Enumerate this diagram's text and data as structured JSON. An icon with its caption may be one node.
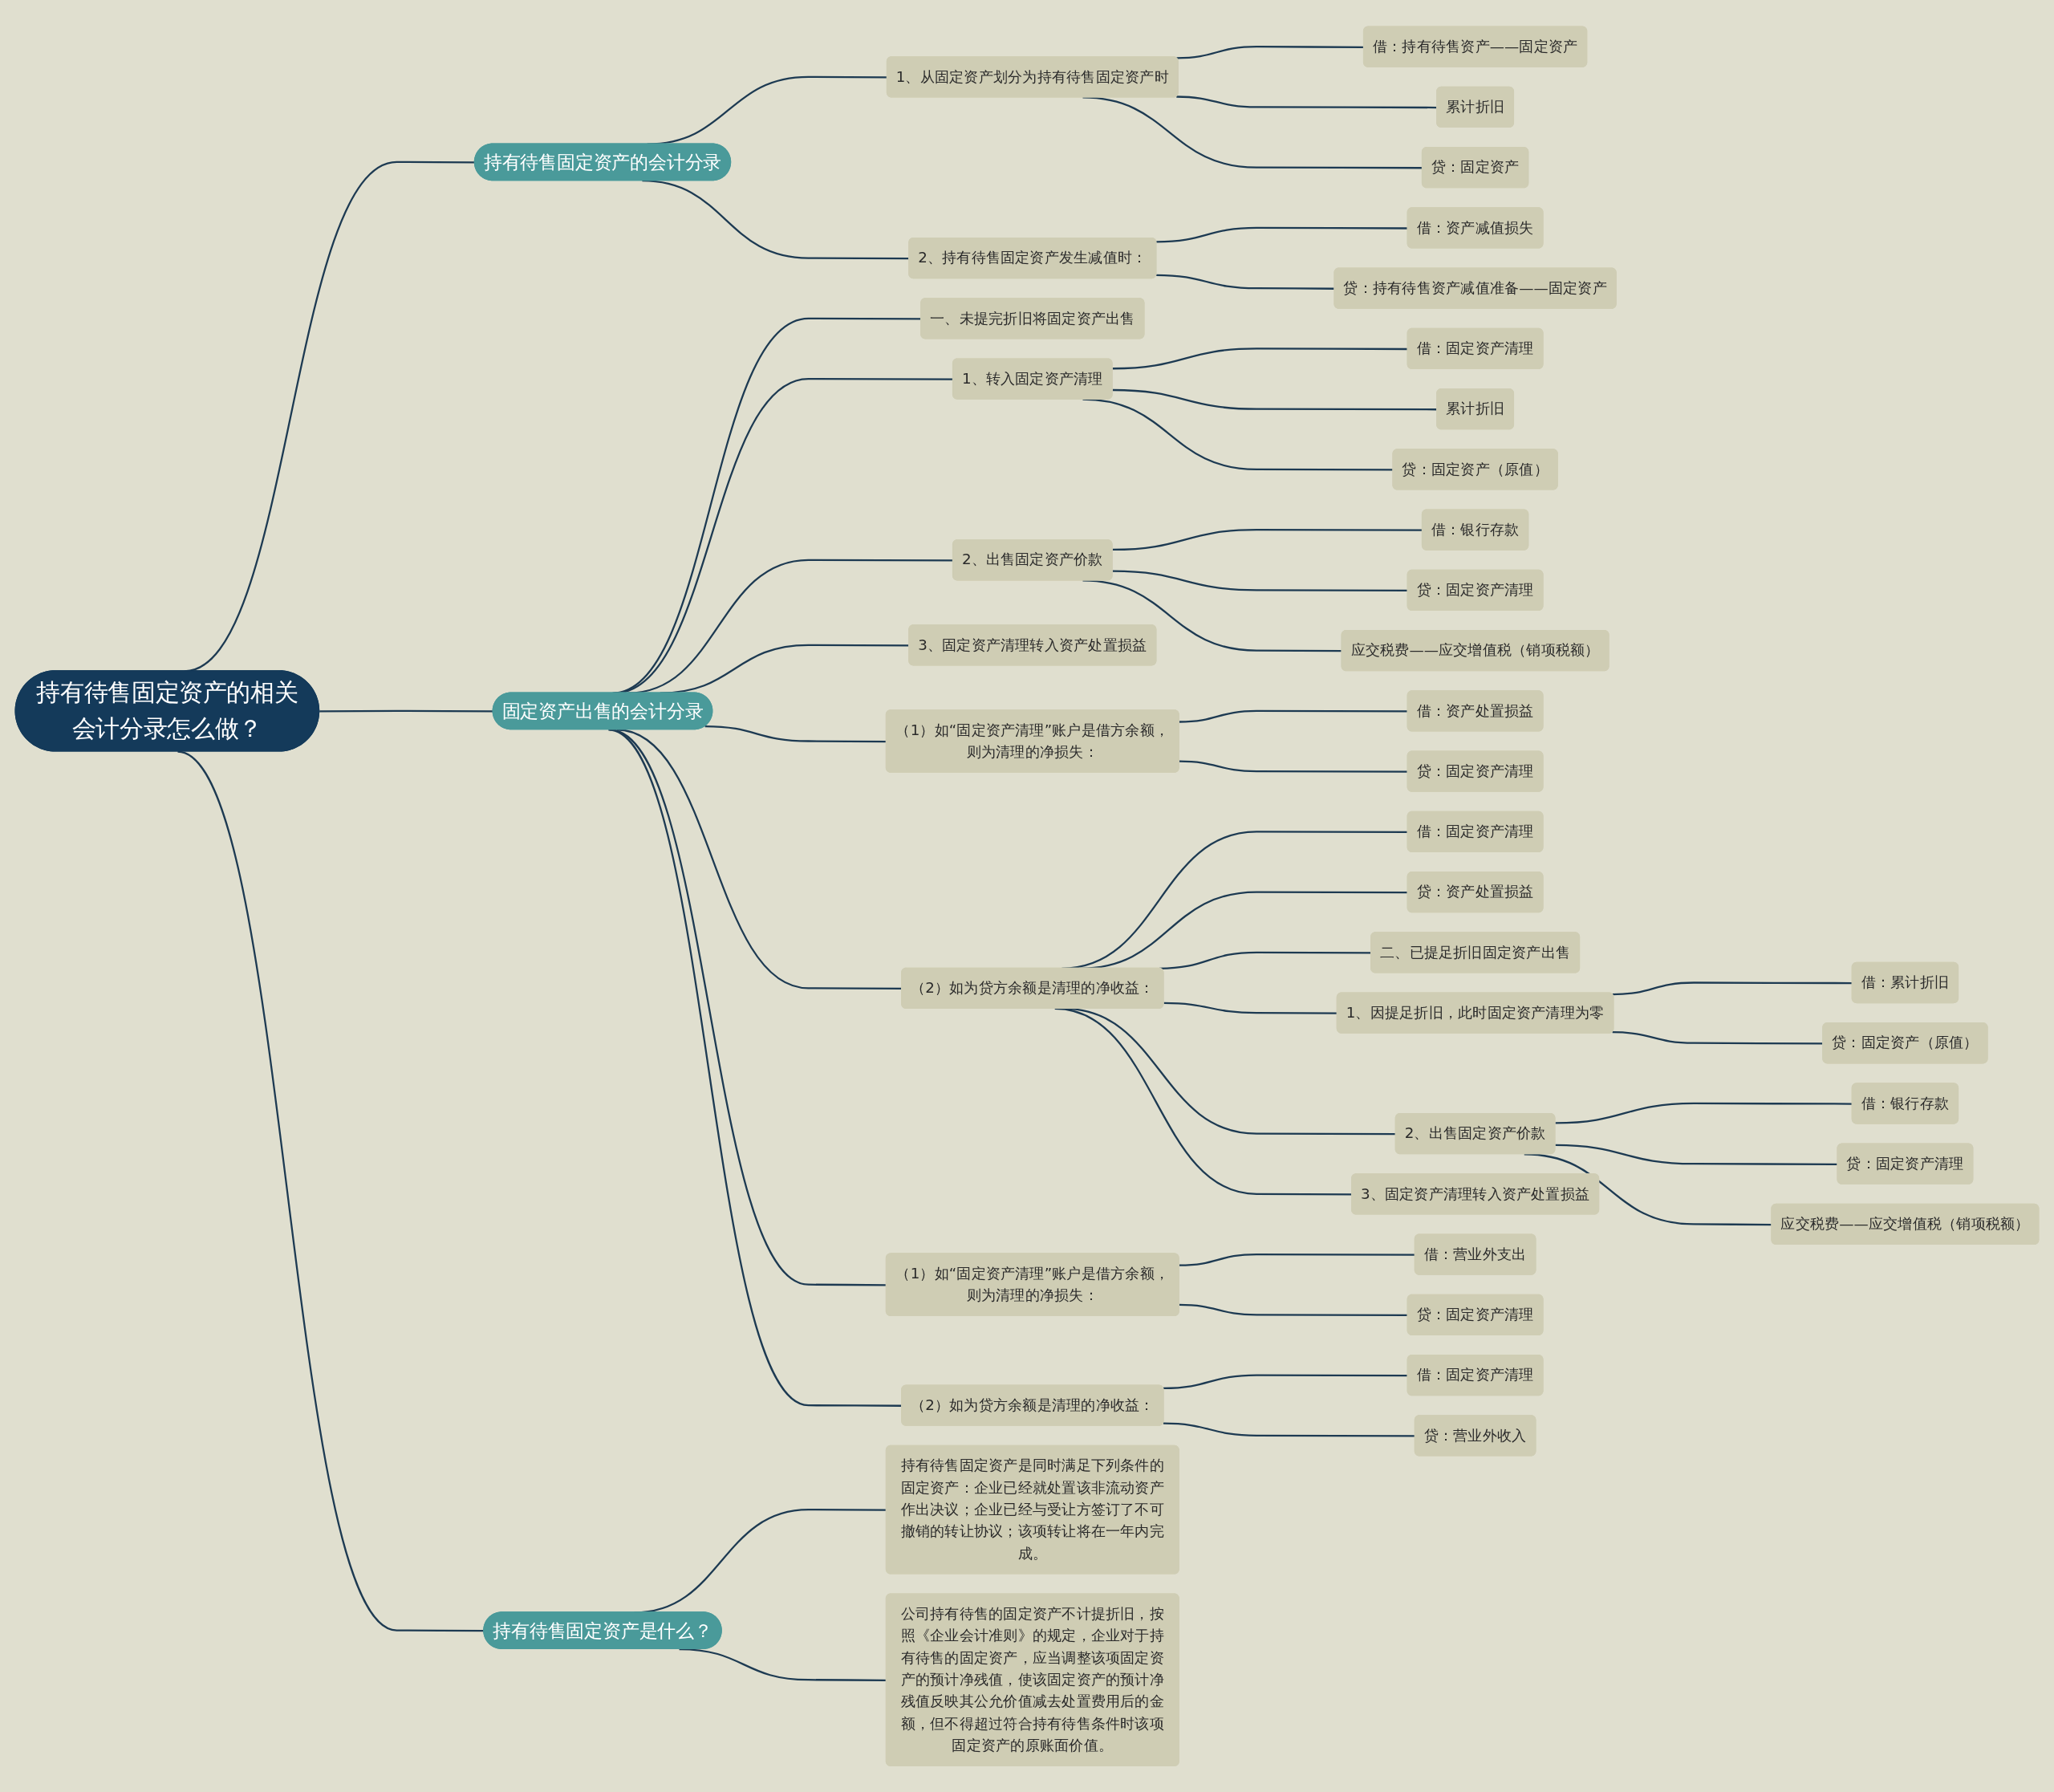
{
  "diagram": {
    "nodes": [
      {
        "text": [
          "持有待售固定资产的相关会计分录怎么做？"
        ]
      },
      {
        "text": [
          "持有待售固定资产的会计分录"
        ]
      },
      {
        "text": [
          "1、从固定资产划分为持有待售固定资产时"
        ]
      },
      {
        "text": [
          "借：持有待售资产——固定资产"
        ]
      },
      {
        "text": [
          "累计折旧"
        ]
      },
      {
        "text": [
          "贷：固定资产"
        ]
      },
      {
        "text": [
          "2、持有待售固定资产发生减值时："
        ]
      },
      {
        "text": [
          "借：资产减值损失"
        ]
      },
      {
        "text": [
          "贷：持有待售资产减值准备——固定资产"
        ]
      },
      {
        "text": [
          "固定资产出售的会计分录"
        ]
      },
      {
        "text": [
          "一、未提完折旧将固定资产出售"
        ]
      },
      {
        "text": [
          "1、转入固定资产清理"
        ]
      },
      {
        "text": [
          "借：固定资产清理"
        ]
      },
      {
        "text": [
          "累计折旧"
        ]
      },
      {
        "text": [
          "贷：固定资产（原值）"
        ]
      },
      {
        "text": [
          "2、出售固定资产价款"
        ]
      },
      {
        "text": [
          "借：银行存款"
        ]
      },
      {
        "text": [
          "贷：固定资产清理"
        ]
      },
      {
        "text": [
          "应交税费——应交增值税（销项税额）"
        ]
      },
      {
        "text": [
          "3、固定资产清理转入资产处置损益"
        ]
      },
      {
        "text": [
          "（1）如“固定资产清理”账户是借方余额，则为清理的净损失："
        ]
      },
      {
        "text": [
          "借：资产处置损益"
        ]
      },
      {
        "text": [
          "贷：固定资产清理"
        ]
      },
      {
        "text": [
          "（2）如为贷方余额是清理的净收益："
        ]
      },
      {
        "text": [
          "借：固定资产清理"
        ]
      },
      {
        "text": [
          "贷：资产处置损益"
        ]
      },
      {
        "text": [
          "二、已提足折旧固定资产出售"
        ]
      },
      {
        "text": [
          "1、因提足折旧，此时固定资产清理为零"
        ]
      },
      {
        "text": [
          "借：累计折旧"
        ]
      },
      {
        "text": [
          "贷：固定资产（原值）"
        ]
      },
      {
        "text": [
          "2、出售固定资产价款"
        ]
      },
      {
        "text": [
          "借：银行存款"
        ]
      },
      {
        "text": [
          "贷：固定资产清理"
        ]
      },
      {
        "text": [
          "应交税费——应交增值税（销项税额）"
        ]
      },
      {
        "text": [
          "3、固定资产清理转入资产处置损益"
        ]
      },
      {
        "text": [
          "（1）如“固定资产清理”账户是借方余额，则为清理的净损失："
        ]
      },
      {
        "text": [
          "借：营业外支出"
        ]
      },
      {
        "text": [
          "贷：固定资产清理"
        ]
      },
      {
        "text": [
          "（2）如为贷方余额是清理的净收益："
        ]
      },
      {
        "text": [
          "借：固定资产清理"
        ]
      },
      {
        "text": [
          "贷：营业外收入"
        ]
      },
      {
        "text": [
          "持有待售固定资产是什么？"
        ]
      },
      {
        "text": [
          "持有待售固定资产是同时满足下列条件的固定资产：企业已经就处置该非流动资产作出决议；企业已经与受让方签订了不可撤销的转让协议；该项转让将在一年内完成。"
        ]
      },
      {
        "text": [
          "公司持有待售的固定资产不计提折旧，按照《企业会计准则》的规定，企业对于持有待售的固定资产，应当调整该项固定资产的预计净残值，使该固定资产的预计净残值反映其公允价值减去处置费用后的金额，但不得超过符合持有待售条件时该项固定资产的原账面价值。"
        ]
      }
    ],
    "edges": [
      {
        "from": 0,
        "to": 1,
        "arrow": "none"
      },
      {
        "from": 1,
        "to": 2,
        "arrow": "none"
      },
      {
        "from": 2,
        "to": 3,
        "arrow": "none"
      },
      {
        "from": 2,
        "to": 4,
        "arrow": "none"
      },
      {
        "from": 2,
        "to": 5,
        "arrow": "none"
      },
      {
        "from": 1,
        "to": 6,
        "arrow": "none"
      },
      {
        "from": 6,
        "to": 7,
        "arrow": "none"
      },
      {
        "from": 6,
        "to": 8,
        "arrow": "none"
      },
      {
        "from": 0,
        "to": 9,
        "arrow": "none"
      },
      {
        "from": 9,
        "to": 10,
        "arrow": "none"
      },
      {
        "from": 9,
        "to": 11,
        "arrow": "none"
      },
      {
        "from": 11,
        "to": 12,
        "arrow": "none"
      },
      {
        "from": 11,
        "to": 13,
        "arrow": "none"
      },
      {
        "from": 11,
        "to": 14,
        "arrow": "none"
      },
      {
        "from": 9,
        "to": 15,
        "arrow": "none"
      },
      {
        "from": 15,
        "to": 16,
        "arrow": "none"
      },
      {
        "from": 15,
        "to": 17,
        "arrow": "none"
      },
      {
        "from": 15,
        "to": 18,
        "arrow": "none"
      },
      {
        "from": 9,
        "to": 19,
        "arrow": "none"
      },
      {
        "from": 9,
        "to": 20,
        "arrow": "none"
      },
      {
        "from": 20,
        "to": 21,
        "arrow": "none"
      },
      {
        "from": 20,
        "to": 22,
        "arrow": "none"
      },
      {
        "from": 9,
        "to": 23,
        "arrow": "none"
      },
      {
        "from": 23,
        "to": 24,
        "arrow": "none"
      },
      {
        "from": 23,
        "to": 25,
        "arrow": "none"
      },
      {
        "from": 23,
        "to": 26,
        "arrow": "none"
      },
      {
        "from": 23,
        "to": 27,
        "arrow": "none"
      },
      {
        "from": 27,
        "to": 28,
        "arrow": "none"
      },
      {
        "from": 27,
        "to": 29,
        "arrow": "none"
      },
      {
        "from": 23,
        "to": 30,
        "arrow": "none"
      },
      {
        "from": 30,
        "to": 31,
        "arrow": "none"
      },
      {
        "from": 30,
        "to": 32,
        "arrow": "none"
      },
      {
        "from": 30,
        "to": 33,
        "arrow": "none"
      },
      {
        "from": 23,
        "to": 34,
        "arrow": "none"
      },
      {
        "from": 9,
        "to": 35,
        "arrow": "none"
      },
      {
        "from": 35,
        "to": 36,
        "arrow": "none"
      },
      {
        "from": 35,
        "to": 37,
        "arrow": "none"
      },
      {
        "from": 9,
        "to": 38,
        "arrow": "none"
      },
      {
        "from": 38,
        "to": 39,
        "arrow": "none"
      },
      {
        "from": 38,
        "to": 40,
        "arrow": "none"
      },
      {
        "from": 0,
        "to": 41,
        "arrow": "none"
      },
      {
        "from": 41,
        "to": 42,
        "arrow": "none"
      },
      {
        "from": 41,
        "to": 43,
        "arrow": "none"
      }
    ]
  }
}
